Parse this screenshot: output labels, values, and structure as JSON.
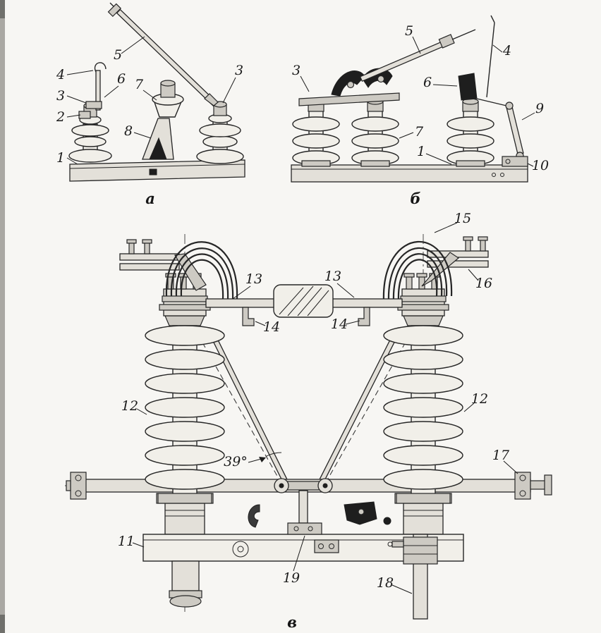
{
  "page": {
    "background": "#f7f6f3",
    "ink": "#1f1f1f"
  },
  "figure": {
    "captions": {
      "a": "а",
      "b": "б",
      "v": "в"
    },
    "angle_label": "39°",
    "callouts": {
      "n1": "1",
      "n2": "2",
      "n3": "3",
      "n4": "4",
      "n5": "5",
      "n6": "6",
      "n7": "7",
      "n8": "8",
      "n9": "9",
      "n10": "10",
      "n11": "11",
      "n12": "12",
      "n13": "13",
      "n14": "14",
      "n15": "15",
      "n16": "16",
      "n17": "17",
      "n18": "18",
      "n19": "19"
    }
  }
}
